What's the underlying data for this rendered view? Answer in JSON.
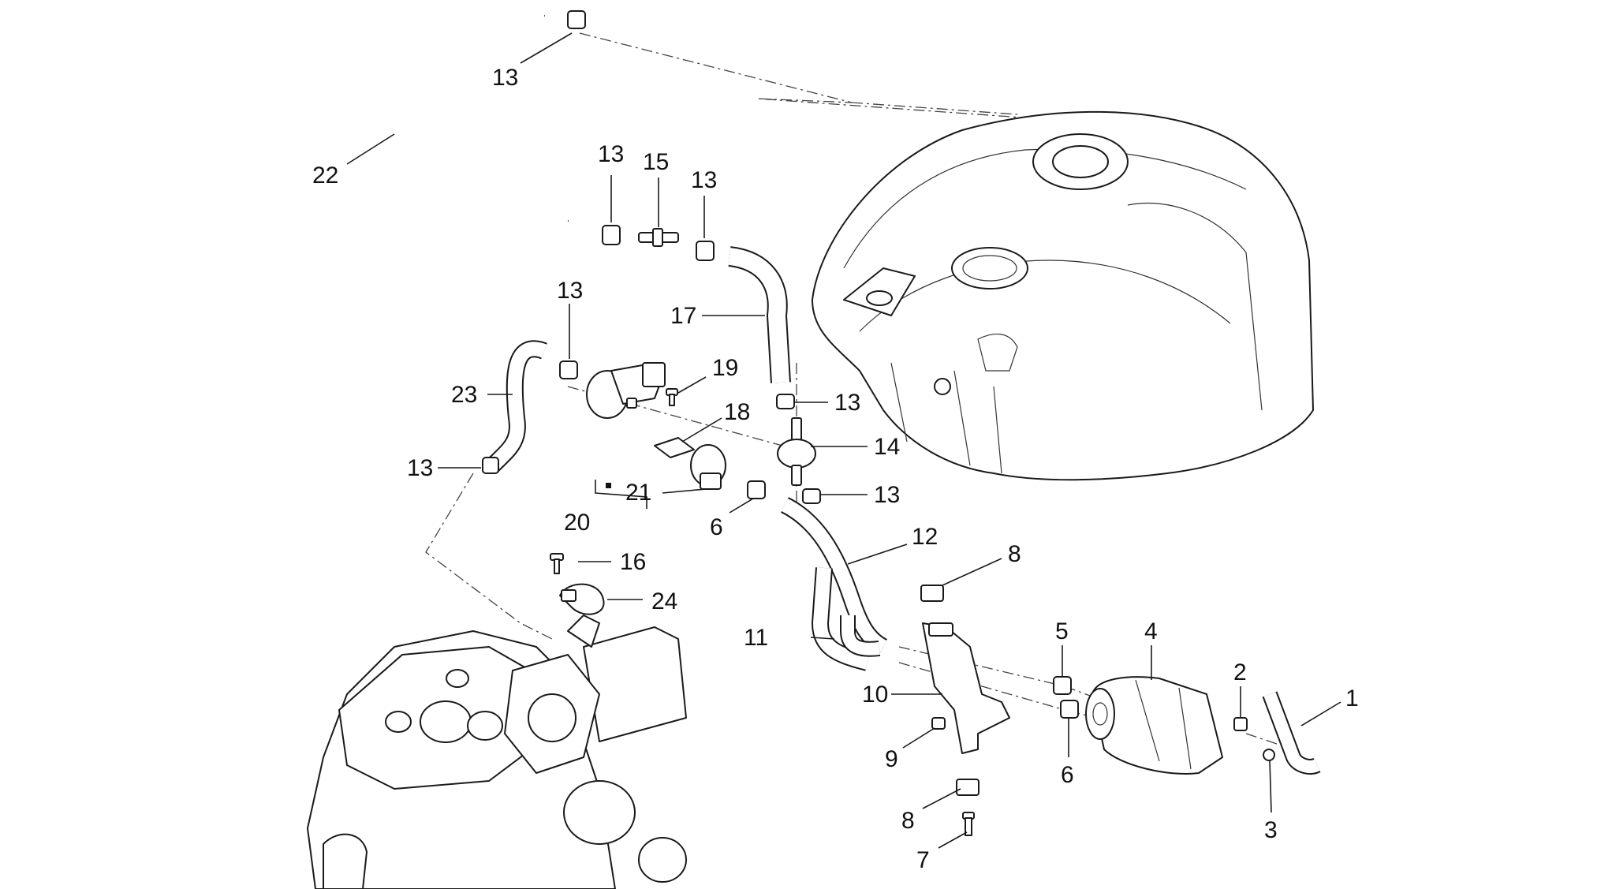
{
  "diagram": {
    "callouts": {
      "c1": "1",
      "c2": "2",
      "c3": "3",
      "c4": "4",
      "c5": "5",
      "c6a": "6",
      "c6b": "6",
      "c7": "7",
      "c8a": "8",
      "c8b": "8",
      "c9": "9",
      "c10": "10",
      "c11": "11",
      "c12": "12",
      "c13a": "13",
      "c13b": "13",
      "c13c": "13",
      "c13d": "13",
      "c13e": "13",
      "c13f": "13",
      "c13g": "13",
      "c14": "14",
      "c15": "15",
      "c16": "16",
      "c17": "17",
      "c18": "18",
      "c19": "19",
      "c20": "20",
      "c21": "21",
      "c22": "22",
      "c23": "23",
      "c24": "24"
    },
    "colors": {
      "line": "#1a1a1a",
      "background": "#ffffff"
    }
  }
}
